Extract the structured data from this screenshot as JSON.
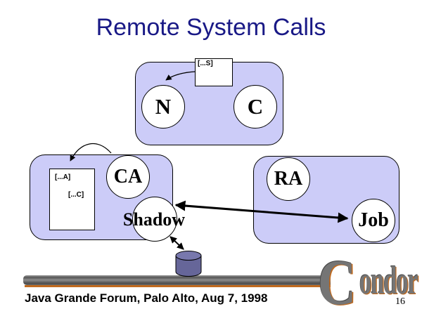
{
  "title": "Remote System Calls",
  "diagram": {
    "submit_box": {
      "syscall_label": "[...S]",
      "node_n": "N",
      "node_c": "C"
    },
    "shadow_box": {
      "label_a": "[...A]",
      "label_c": "[...C]",
      "node_ca": "CA",
      "shadow_label": "Shadow"
    },
    "execute_box": {
      "node_ra": "RA",
      "job_label": "Job"
    }
  },
  "footer": {
    "caption": "Java Grande Forum, Palo Alto, Aug 7, 1998",
    "page_number": "16"
  },
  "logo": {
    "initial": "C",
    "rest": "ondor"
  },
  "colors": {
    "box_fill": "#ccccf8",
    "title_color": "#191986",
    "cylinder_fill": "#666699",
    "cylinder_top": "#7878ad",
    "accent_orange": "#c06a1f"
  }
}
